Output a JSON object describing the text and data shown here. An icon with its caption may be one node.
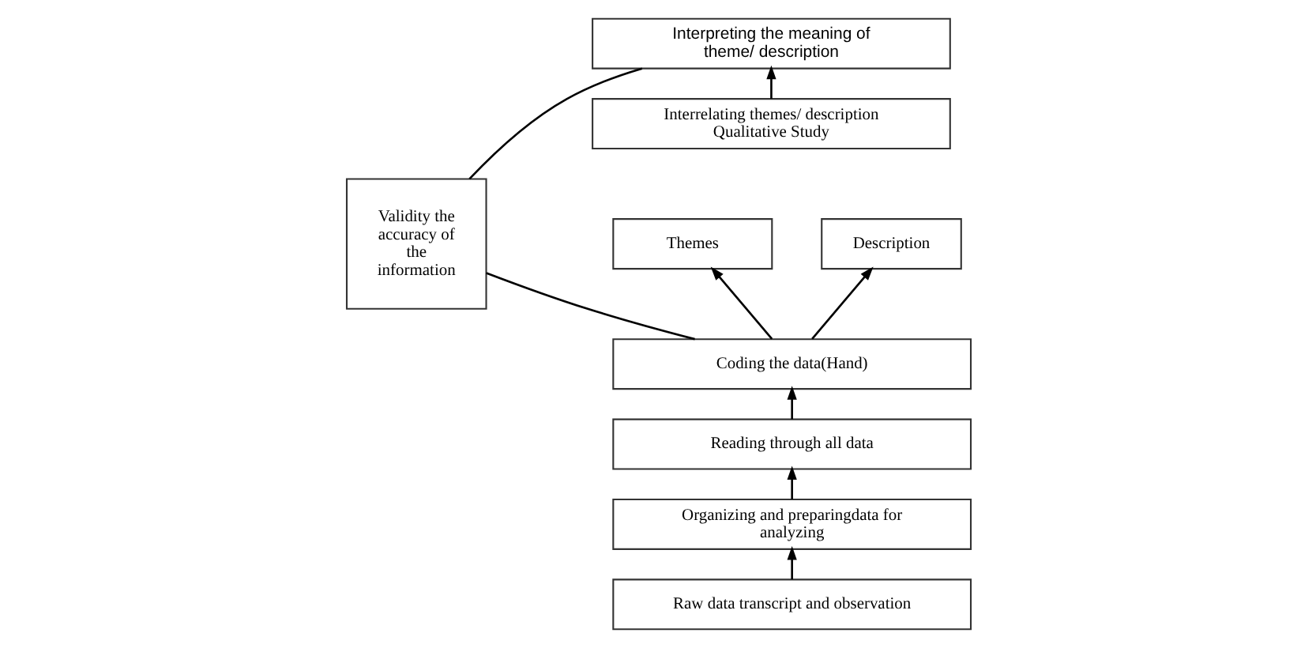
{
  "diagram": {
    "nodes": [
      {
        "text": [
          "Interpreting the meaning of theme/ description"
        ]
      },
      {
        "text": [
          "Interrelating themes/ description",
          "Qualitative Study"
        ]
      },
      {
        "text": [
          "Validity the accuracy of the information"
        ]
      },
      {
        "text": [
          "Themes"
        ]
      },
      {
        "text": [
          "Description"
        ]
      },
      {
        "text": [
          "Coding the data(Hand)"
        ]
      },
      {
        "text": [
          "Reading through all data"
        ]
      },
      {
        "text": [
          "Organizing and preparingdata for analyzing"
        ]
      },
      {
        "text": [
          "Raw data transcript and observation"
        ]
      }
    ],
    "edges": [
      {
        "from": 8,
        "to": 7,
        "arrow": "to"
      },
      {
        "from": 7,
        "to": 6,
        "arrow": "to"
      },
      {
        "from": 6,
        "to": 5,
        "arrow": "to"
      },
      {
        "from": 5,
        "to": 3,
        "arrow": "to"
      },
      {
        "from": 5,
        "to": 4,
        "arrow": "to"
      },
      {
        "from": 1,
        "to": 0,
        "arrow": "to"
      },
      {
        "from": 2,
        "to": 0,
        "arrow": "none"
      },
      {
        "from": 2,
        "to": 5,
        "arrow": "none"
      }
    ]
  }
}
